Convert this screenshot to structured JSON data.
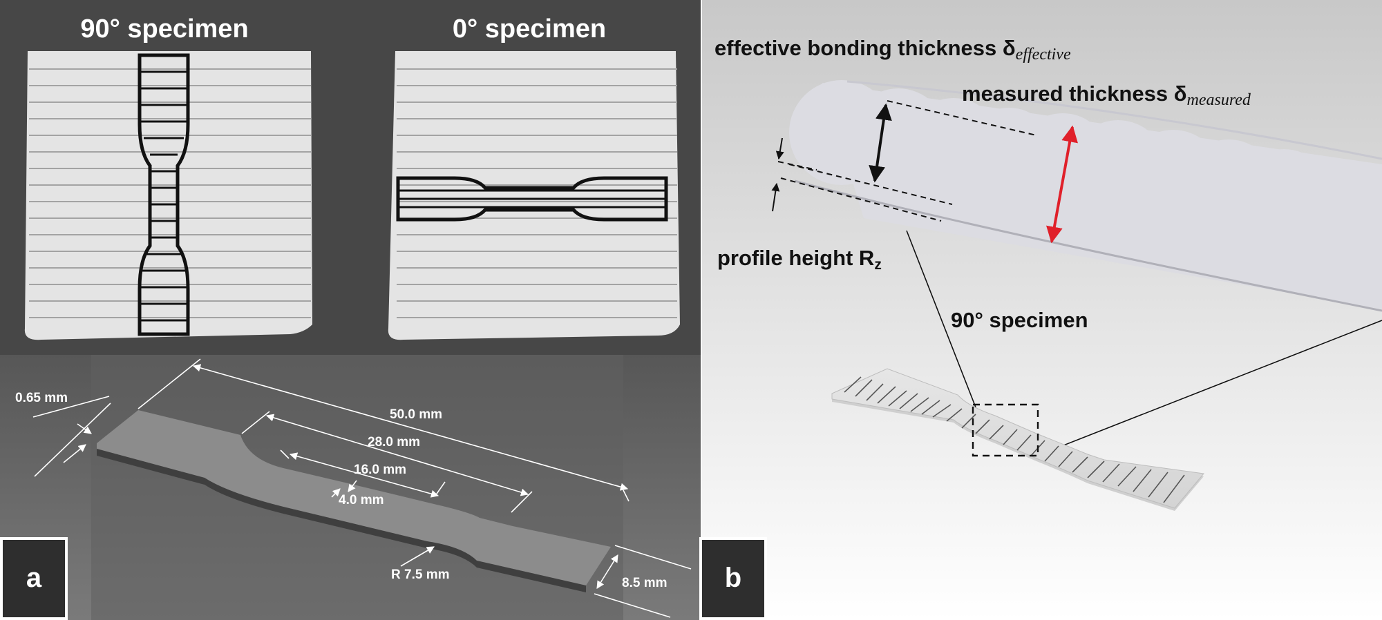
{
  "panel_a": {
    "label": "a",
    "photo_left_title": "90° specimen",
    "photo_right_title": "0° specimen",
    "dims": {
      "thickness": "0.65  mm",
      "overall_length": "50.0 mm",
      "gauge_outer": "28.0 mm",
      "gauge_inner": "16.0 mm",
      "gauge_width": "4.0 mm",
      "radius": "R 7.5 mm",
      "width": "8.5 mm"
    }
  },
  "panel_b": {
    "label": "b",
    "effective_label": "effective bonding thickness δ",
    "effective_sub": "effective",
    "measured_label": "measured thickness δ",
    "measured_sub": "measured",
    "profile_label": "profile height R",
    "profile_sub": "z",
    "specimen_label": "90° specimen"
  },
  "colors": {
    "photo_background": "#474747",
    "render_background": "#6e6e6e",
    "panel_b_gradient_top": "#c8c8c8",
    "panel_b_gradient_bottom": "#ffffff",
    "measured_arrow": "#e0202a",
    "label_box": "#2e2e2e"
  }
}
